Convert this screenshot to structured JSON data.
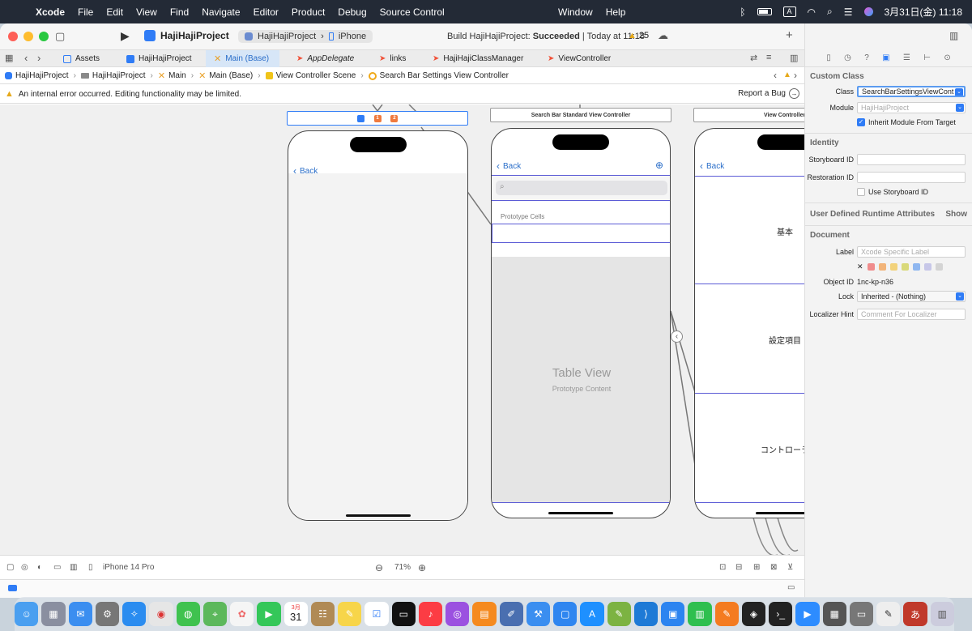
{
  "menubar": {
    "app": "Xcode",
    "items": [
      "File",
      "Edit",
      "View",
      "Find",
      "Navigate",
      "Editor",
      "Product",
      "Debug",
      "Source Control"
    ],
    "center_items": [
      "Window",
      "Help"
    ],
    "input_source": "A",
    "clock": "3月31日(金)  11:18"
  },
  "toolbar": {
    "project_name": "HajiHajiProject",
    "scheme": "HajiHajiProject",
    "destination": "iPhone",
    "build_prefix": "Build HajiHajiProject: ",
    "build_result": "Succeeded",
    "build_suffix": " | Today at 11:18",
    "warnings": "25"
  },
  "tabs": [
    {
      "label": "Assets",
      "icon": "assets-icon",
      "active": false
    },
    {
      "label": "HajiHajiProject",
      "icon": "project-icon",
      "active": false
    },
    {
      "label": "Main (Base)",
      "icon": "storyboard-icon",
      "active": true
    },
    {
      "label": "AppDelegate",
      "icon": "swift-icon",
      "active": false
    },
    {
      "label": "links",
      "icon": "swift-icon",
      "active": false
    },
    {
      "label": "HajiHajiClassManager",
      "icon": "swift-icon",
      "active": false
    },
    {
      "label": "ViewController",
      "icon": "swift-icon",
      "active": false
    }
  ],
  "jumpbar": [
    "HajiHajiProject",
    "HajiHajiProject",
    "Main",
    "Main (Base)",
    "View Controller Scene",
    "Search Bar Settings View Controller"
  ],
  "error_bar": {
    "message": "An internal error occurred. Editing functionality may be limited.",
    "report": "Report a Bug"
  },
  "canvas": {
    "scene2_title": "Search Bar Standard View Controller",
    "scene3_title": "View Controller",
    "back_label": "Back",
    "prototype_cells": "Prototype Cells",
    "table_view": "Table View",
    "prototype_content": "Prototype Content",
    "scene3_rows": [
      "基本",
      "設定項目",
      "コントローラ"
    ],
    "badges": [
      "1",
      "2"
    ]
  },
  "canvas_bottom": {
    "device": "iPhone 14 Pro",
    "zoom": "71%"
  },
  "inspector": {
    "custom_class": {
      "title": "Custom Class",
      "class_label": "Class",
      "class_value": "SearchBarSettingsViewCont",
      "module_label": "Module",
      "module_placeholder": "HajiHajiProject",
      "inherit_label": "Inherit Module From Target"
    },
    "identity": {
      "title": "Identity",
      "storyboard_id_label": "Storyboard ID",
      "restoration_id_label": "Restoration ID",
      "use_storyboard_id_label": "Use Storyboard ID"
    },
    "runtime": {
      "title": "User Defined Runtime Attributes",
      "action": "Show"
    },
    "document": {
      "title": "Document",
      "label_label": "Label",
      "label_placeholder": "Xcode Specific Label",
      "object_id_label": "Object ID",
      "object_id_value": "1nc-kp-n36",
      "lock_label": "Lock",
      "lock_value": "Inherited - (Nothing)",
      "localizer_label": "Localizer Hint",
      "localizer_placeholder": "Comment For Localizer"
    },
    "label_colors": [
      "#f08c8c",
      "#f2b479",
      "#f2d27b",
      "#d9d97a",
      "#8fb7f0",
      "#c7c7e8",
      "#d4d4d4"
    ]
  },
  "dock": {
    "calendar_month": "3月",
    "calendar_day": "31"
  }
}
